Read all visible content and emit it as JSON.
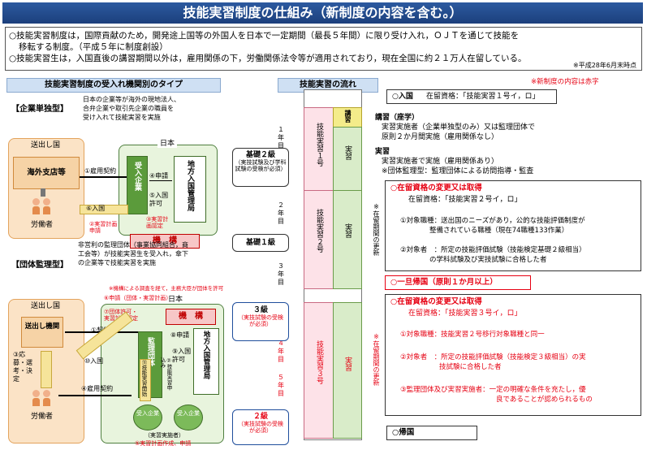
{
  "title": "技能実習制度の仕組み（新制度の内容を含む。）",
  "notice": {
    "line1": "○技能実習制度は，国際貢献のため，開発途上国等の外国人を日本で一定期間（最長５年間）に限り受け入れ，ＯＪＴを通じて技能を",
    "line2": "移転する制度。（平成５年に制度創設）",
    "line3": "○技能実習生は，入国直後の講習期間以外は，雇用関係の下，労働関係法令等が適用されており，現在全国に約２１万人在留している。",
    "line4": "※平成28年6月末時点"
  },
  "left": {
    "section_title": "技能実習制度の受入れ機関別のタイプ",
    "type1": {
      "label": "【企業単独型】",
      "desc1": "日本の企業等が海外の現地法人、",
      "desc2": "合弁企業や取引先企業の職員を",
      "desc3": "受け入れて技能実習を実施",
      "sending_country": "送出し国",
      "japan": "日本",
      "overseas_branch": "海外支店等",
      "worker": "労働者",
      "receiving_company": "受入企業",
      "regional_bureau": "地方入国管理局",
      "org": "機　構",
      "step1": "①雇用契約",
      "step6": "⑥入国",
      "step4": "④申請",
      "step5": "⑤入国許可",
      "step2": "②実習計画申請",
      "step3": "③実習計画認定"
    },
    "type2": {
      "label": "【団体監理型】",
      "desc1": "非営利の監理団体（事業協同組合，商",
      "desc2": "工会等）が技能実習生を受入れ，傘下",
      "desc3": "の企業等で技能実習を実施",
      "note": "※機構による調査を経て，主務大臣が団体を許可",
      "sending_country": "送出し国",
      "japan": "日本",
      "sending_org": "送出し機関",
      "worker": "労働者",
      "selection": "③応募・選考・決定",
      "org": "機　構",
      "supervising": "監理団体",
      "regional_bureau": "地方入国管理局",
      "step6": "⑥申請（団体・実習計画）",
      "step7": "⑦団体許可・実習計画認定",
      "step1": "①契約",
      "step8": "⑧申請",
      "step9": "⑨入国許可",
      "step10": "⑩入国",
      "step4": "④雇用契約",
      "step11": "⑪技能実習開始",
      "step2": "②技能実習申込み",
      "co1": "受入企業",
      "co2": "受入企業",
      "implementer": "（実習実施者）",
      "step5": "⑤実習計画作成、申請"
    }
  },
  "right": {
    "section_title": "技能実習の流れ",
    "red_note": "※新制度の内容は赤字",
    "year1": "１年目",
    "year2": "２年目",
    "year3": "３年目",
    "year4": "４年目",
    "year5": "５年目",
    "col1": "技能実習１号",
    "col2": "技能実習２号",
    "col3": "技能実習３号",
    "lecture": "講習",
    "practice1": "実習",
    "practice2": "実習",
    "practice3": "実習",
    "exam1_title": "基礎２級",
    "exam1_sub": "（実技試験及び学科試験の受検が必須）",
    "exam2_title": "基礎１級",
    "exam3_title": "３級",
    "exam3_sub": "（実技試験の受検が必須）",
    "exam4_title": "２級",
    "exam4_sub": "（実技試験の受検が必須）",
    "side_note1": "※在留期間の更新",
    "side_note2": "※在留期間の更新",
    "entry": "○入国",
    "entry_status": "在留資格：「技能実習１号イ，ロ」",
    "lecture_title": "講習（座学）",
    "lecture_1": "実習実施者（企業単独型のみ）又は監理団体で",
    "lecture_2": "原則２か月間実施（雇用関係なし）",
    "practice_title": "実習",
    "practice_1": "実習実施者で実施（雇用関係あり）",
    "practice_2": "※団体監理型：監理団体による訪問指導・監査",
    "change1_title": "○在留資格の変更又は取得",
    "change1_status": "在留資格：「技能実習２号イ，ロ」",
    "change1_job1": "①対象職種：送出国のニーズがあり，公的な技能評価制度が",
    "change1_job2": "整備されている職種（現在74職種133作業）",
    "change1_person1": "②対象者　：所定の技能評価試験（技能検定基礎２級相当）",
    "change1_person2": "の学科試験及び実技試験に合格した者",
    "return_temp": "○一旦帰国（原則１か月以上）",
    "change2_title": "○在留資格の変更又は取得",
    "change2_status": "在留資格：「技能実習３号イ，ロ」",
    "change2_job": "①対象職種：技能実習２号移行対象職種と同一",
    "change2_person1": "②対象者　：所定の技能評価試験（技能検定３級相当）の実",
    "change2_person2": "技試験に合格した者",
    "change2_cond1": "③監理団体及び実習実施者：一定の明確な条件を充たし，優",
    "change2_cond2": "良であることが認められるもの",
    "return_final": "○帰国"
  }
}
